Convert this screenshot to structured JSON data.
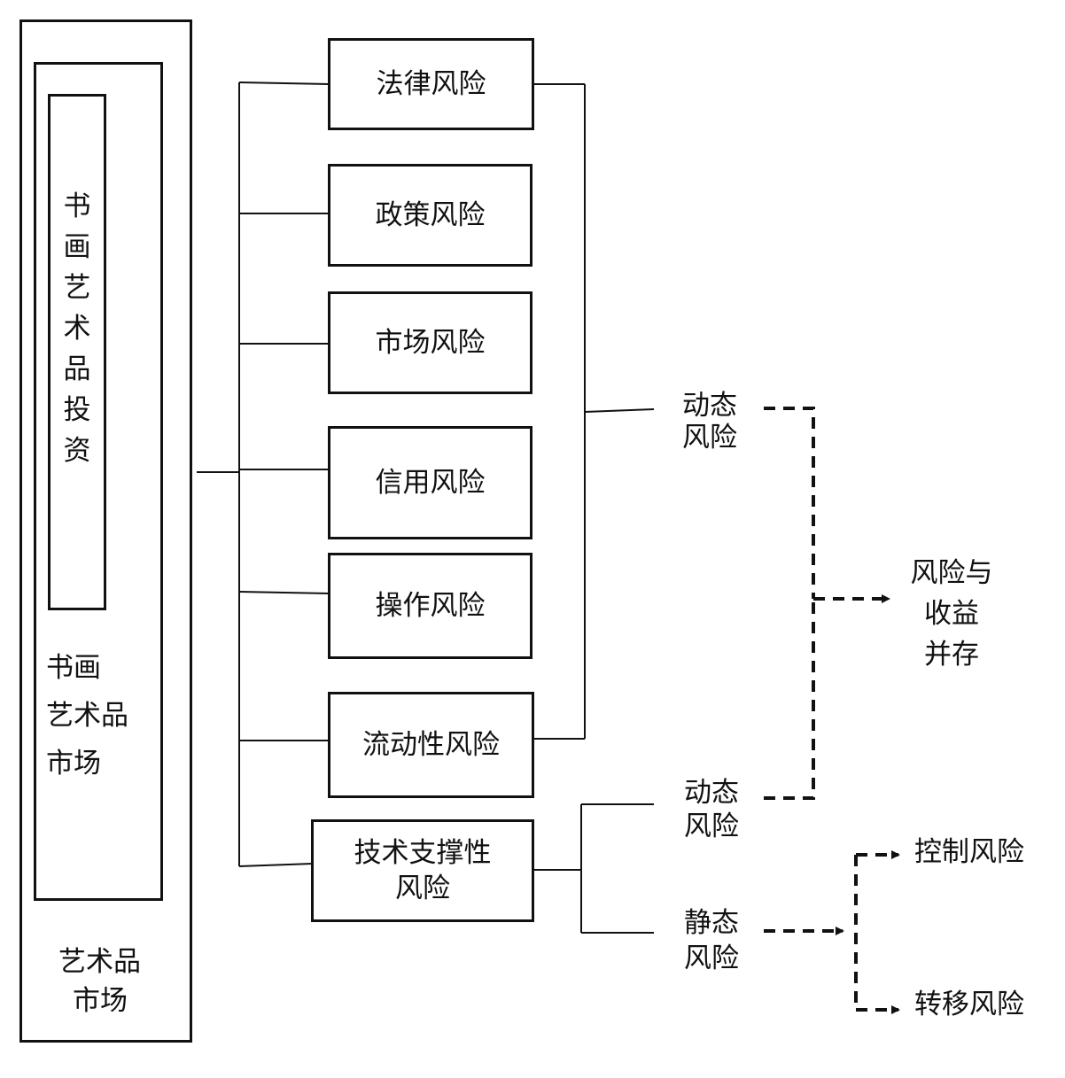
{
  "outer": {
    "lines": [
      "艺术品",
      "市场"
    ]
  },
  "middle": {
    "lines": [
      "书画",
      "艺术品",
      "市场"
    ]
  },
  "inner": {
    "chars": [
      "书",
      "画",
      "艺",
      "术",
      "品",
      "投",
      "资"
    ]
  },
  "risks": [
    {
      "label": "法律风险"
    },
    {
      "label": "政策风险"
    },
    {
      "label": "市场风险"
    },
    {
      "label": "信用风险"
    },
    {
      "label": "操作风险"
    },
    {
      "label": "流动性风险"
    },
    {
      "label": "技术支撑性风险"
    }
  ],
  "dynamic_top": {
    "lines": [
      "动态",
      "风险"
    ]
  },
  "dynamic_bottom": {
    "lines": [
      "动态",
      "风险"
    ]
  },
  "static": {
    "lines": [
      "静态",
      "风险"
    ]
  },
  "coexist": {
    "lines": [
      "风险与",
      "收益",
      "并存"
    ]
  },
  "control": {
    "label": "控制风险"
  },
  "transfer": {
    "label": "转移风险"
  }
}
